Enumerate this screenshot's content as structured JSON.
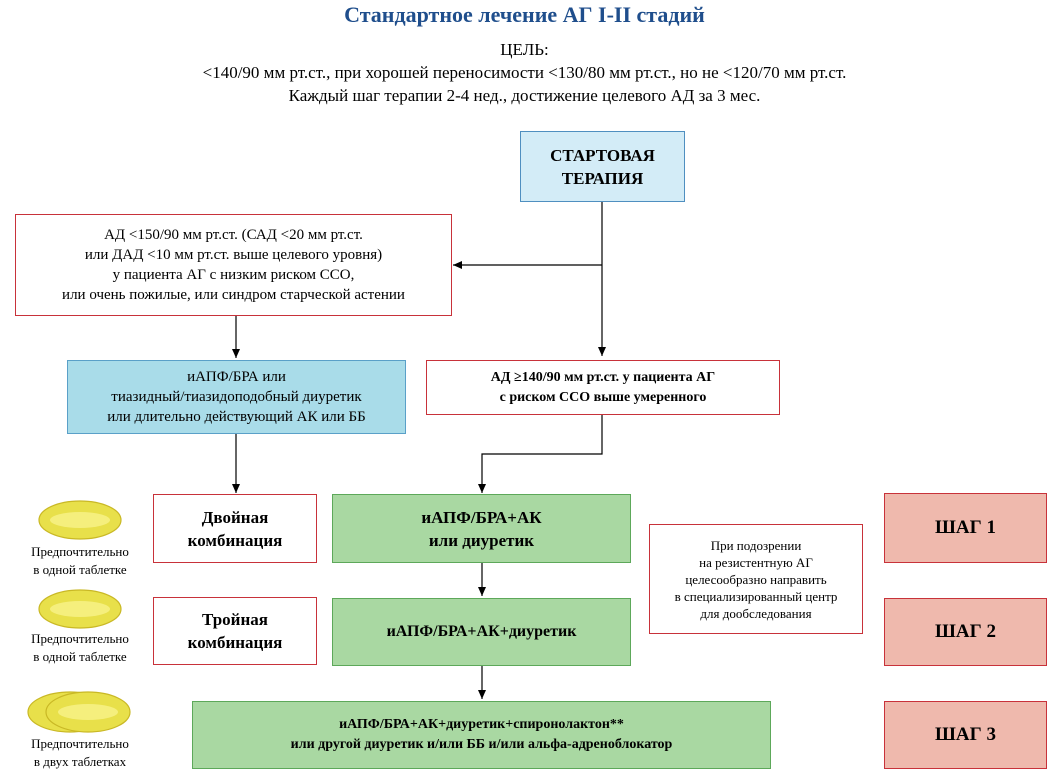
{
  "title": "Стандартное лечение АГ I-II стадий",
  "goal": {
    "heading": "ЦЕЛЬ:",
    "line1": "<140/90 мм рт.ст., при хорошей переносимости <130/80 мм рт.ст., но не <120/70 мм рт.ст.",
    "line2": "Каждый шаг терапии 2-4 нед., достижение целевого АД за 3 мес."
  },
  "start_box": [
    "СТАРТОВАЯ",
    "ТЕРАПИЯ"
  ],
  "low_risk_box": [
    "АД <150/90 мм рт.ст. (САД <20 мм рт.ст.",
    "или ДАД <10 мм рт.ст. выше целевого уровня)",
    "у пациента  АГ с низким риском ССО,",
    "или очень пожилые, или синдром старческой астении"
  ],
  "monotherapy_box": [
    "иАПФ/БРА или",
    "тиазидный/тиазидоподобный диуретик",
    "или длительно действующий АК или ББ"
  ],
  "high_risk_box": [
    "АД ≥140/90 мм рт.ст. у пациента АГ",
    "с риском ССО выше умеренного"
  ],
  "combo_labels": {
    "double": [
      "Двойная",
      "комбинация"
    ],
    "triple": [
      "Тройная",
      "комбинация"
    ]
  },
  "therapy": {
    "step1": [
      "иАПФ/БРА+АК",
      "или диуретик"
    ],
    "step2": [
      "иАПФ/БРА+АК+диуретик"
    ],
    "step3": [
      "иАПФ/БРА+АК+диуретик+спиронолактон**",
      "или другой диуретик и/или ББ и/или альфа-адреноблокатор"
    ]
  },
  "resistant_note": [
    "При подозрении",
    "на резистентную АГ",
    "целесообразно направить",
    "в специализированный центр",
    "для дообследования"
  ],
  "steps": [
    "ШАГ 1",
    "ШАГ 2",
    "ШАГ 3"
  ],
  "pills": {
    "one_tablet": [
      "Предпочтительно",
      "в одной таблетке"
    ],
    "two_tablets": [
      "Предпочтительно",
      "в двух таблетках"
    ]
  },
  "colors": {
    "title": "#1f4e8c",
    "red_border": "#c8323a",
    "blue_fill": "#a9dce9",
    "light_blue_fill": "#d3ecf7",
    "green_fill": "#a9d8a2",
    "step_fill": "#efb9ad",
    "pill_yellow": "#e8e04a"
  }
}
